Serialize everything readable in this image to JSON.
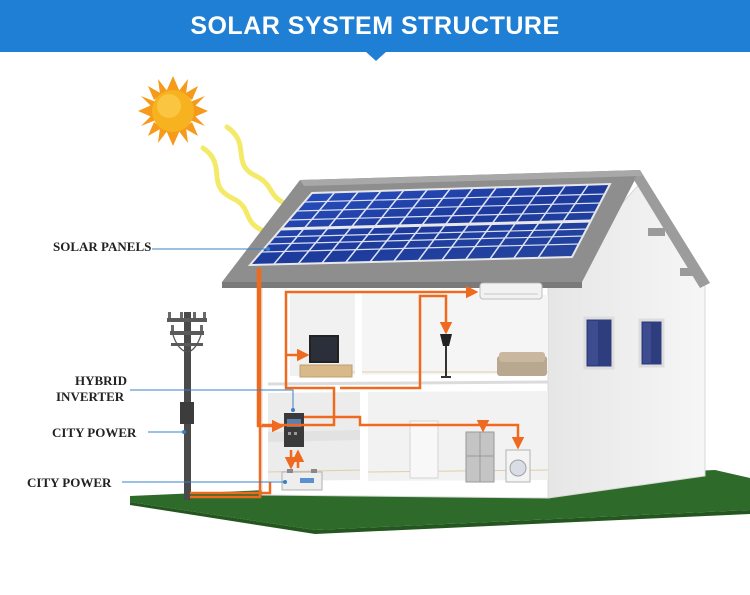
{
  "title": "SOLAR SYSTEM STRUCTURE",
  "labels": {
    "solar_panels": "SOLAR PANELS",
    "hybrid_inverter_line1": "HYBRID",
    "hybrid_inverter_line2": "INVERTER",
    "city_power_1": "CITY POWER",
    "city_power_2": "CITY POWER"
  },
  "colors": {
    "banner": "#1f7fd4",
    "flow_lines": "#ef6a1e",
    "leader_lines": "#3a7fc8",
    "lawn": "#2e6b2a",
    "panel": "#1f3d9e",
    "sun": "#f7a21c"
  }
}
